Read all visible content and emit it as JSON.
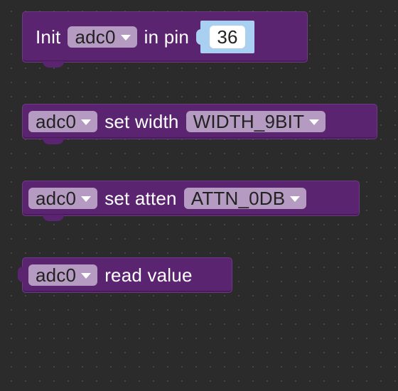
{
  "blocks": {
    "init": {
      "keyword": "Init",
      "variable": "adc0",
      "pin_label": "in pin",
      "pin_value": "36"
    },
    "width": {
      "variable": "adc0",
      "label": "set width",
      "option": "WIDTH_9BIT"
    },
    "atten": {
      "variable": "adc0",
      "label": "set atten",
      "option": "ATTN_0DB"
    },
    "read": {
      "variable": "adc0",
      "label": "read value"
    }
  },
  "colors": {
    "block_fill": "#5b2470",
    "dropdown_fill": "#b59bc1",
    "number_socket": "#a9d0f0",
    "workspace": "#2b2b2b"
  },
  "icons": {
    "dropdown": "chevron-down-icon"
  }
}
